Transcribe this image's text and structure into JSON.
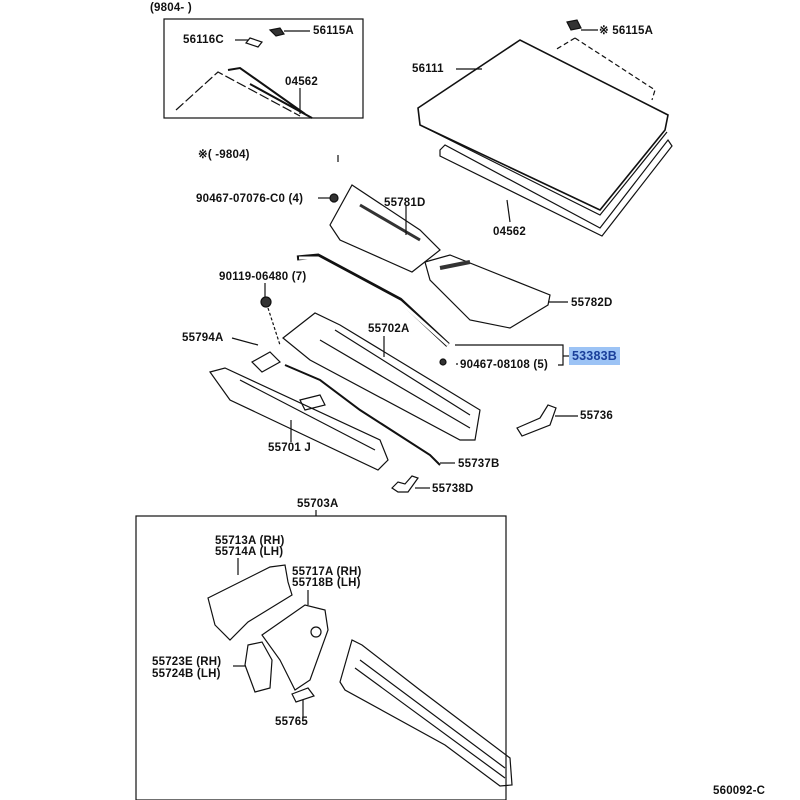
{
  "diagram": {
    "code": "560092-C",
    "notes": {
      "from_9804": "(9804-      )",
      "to_9804": "※(        -9804)"
    },
    "labels": {
      "p56116C": "56116C",
      "p56115A_inset": "56115A",
      "p04562_inset": "04562",
      "p56111": "56111",
      "p56115A": "※ 56115A",
      "p90467_07076": "90467-07076-C0 (4)",
      "p55781D": "55781D",
      "p04562": "04562",
      "p90119_06480": "90119-06480 (7)",
      "p55782D": "55782D",
      "p55794A": "55794A",
      "p55702A": "55702A",
      "p53383B": "53383B",
      "p90467_08108": "90467-08108 (5)",
      "p55736": "55736",
      "p55701J": "55701 J",
      "p55737B": "55737B",
      "p55738D": "55738D",
      "p55703A": "55703A",
      "p55713A": "55713A (RH)",
      "p55714A": "55714A (LH)",
      "p55717A": "55717A (RH)",
      "p55718B": "55718B (LH)",
      "p55723E": "55723E (RH)",
      "p55724B": "55724B (LH)",
      "p55765": "55765"
    },
    "highlight_color": "#9cc3f5"
  }
}
